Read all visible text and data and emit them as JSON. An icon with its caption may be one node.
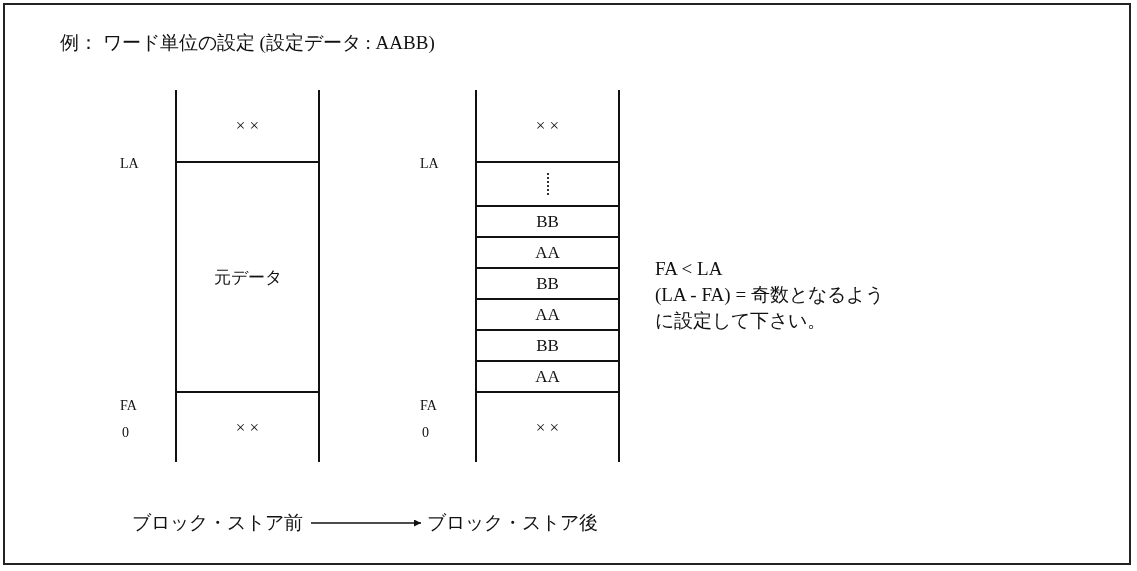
{
  "diagram": {
    "title": "例： ワード単位の設定 (設定データ : AABB)",
    "nodes": [
      {
        "text": [
          "× ×"
        ]
      },
      {
        "text": [
          "元データ"
        ]
      },
      {
        "text": [
          "× ×"
        ]
      },
      {
        "text": [
          "× ×"
        ]
      },
      {
        "text": [],
        "shape": "box"
      },
      {
        "text": [
          "BB"
        ]
      },
      {
        "text": [
          "AA"
        ]
      },
      {
        "text": [
          "BB"
        ]
      },
      {
        "text": [
          "AA"
        ]
      },
      {
        "text": [
          "BB"
        ]
      },
      {
        "text": [
          "AA"
        ]
      },
      {
        "text": [
          "× ×"
        ]
      },
      {
        "text": [
          "ブロック・ストア前"
        ]
      },
      {
        "text": [
          "ブロック・ストア後"
        ]
      }
    ],
    "edges": [
      {
        "from": 12,
        "to": 13,
        "arrow": "to"
      }
    ],
    "labels": [
      "LA",
      "FA",
      "0",
      "LA",
      "FA",
      "0",
      "FA < LA",
      "(LA - FA) = 奇数となるように設定して下さい。"
    ]
  }
}
